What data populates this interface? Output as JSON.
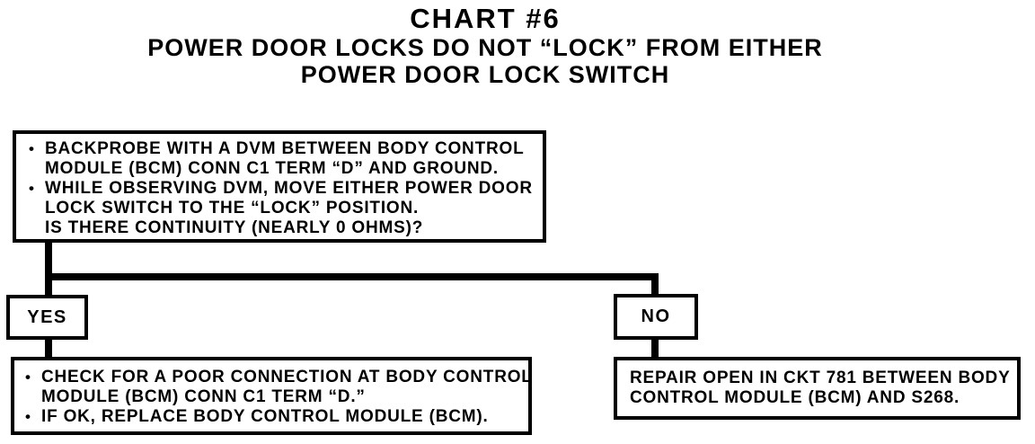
{
  "colors": {
    "ink": "#000000",
    "paper": "#ffffff"
  },
  "title": {
    "chart_number": "CHART #6",
    "subtitle_line1": "POWER DOOR LOCKS DO NOT “LOCK” FROM EITHER",
    "subtitle_line2": "POWER DOOR LOCK SWITCH"
  },
  "flowchart": {
    "question_box": {
      "lines": [
        {
          "bullet": "•",
          "text": "BACKPROBE WITH A DVM BETWEEN BODY CONTROL"
        },
        {
          "bullet": "",
          "text": "MODULE (BCM) CONN C1 TERM “D” AND GROUND."
        },
        {
          "bullet": "•",
          "text": "WHILE OBSERVING DVM, MOVE EITHER POWER DOOR"
        },
        {
          "bullet": "",
          "text": "LOCK SWITCH TO THE “LOCK” POSITION."
        },
        {
          "bullet": "",
          "text": "IS THERE CONTINUITY (NEARLY 0 OHMS)?"
        }
      ]
    },
    "yes_label": "YES",
    "no_label": "NO",
    "yes_action_box": {
      "lines": [
        {
          "bullet": "•",
          "text": "CHECK FOR A POOR CONNECTION AT BODY CONTROL"
        },
        {
          "bullet": "",
          "text": "MODULE (BCM) CONN C1 TERM “D.”"
        },
        {
          "bullet": "•",
          "text": "IF OK, REPLACE BODY CONTROL MODULE (BCM)."
        }
      ]
    },
    "no_action_box": {
      "lines": [
        {
          "bullet": "",
          "text": "REPAIR OPEN IN CKT 781 BETWEEN BODY"
        },
        {
          "bullet": "",
          "text": "CONTROL MODULE (BCM) AND S268."
        }
      ]
    }
  }
}
